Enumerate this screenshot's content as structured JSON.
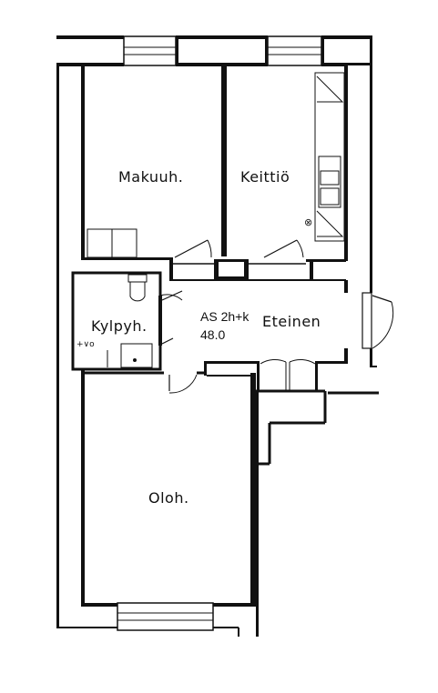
{
  "apartment": {
    "type": "AS 2h+k",
    "area": "48.0"
  },
  "rooms": {
    "bedroom": "Makuuh.",
    "kitchen": "Keittiö",
    "bathroom": "Kylpyh.",
    "hallway": "Eteinen",
    "living_room": "Oloh."
  }
}
